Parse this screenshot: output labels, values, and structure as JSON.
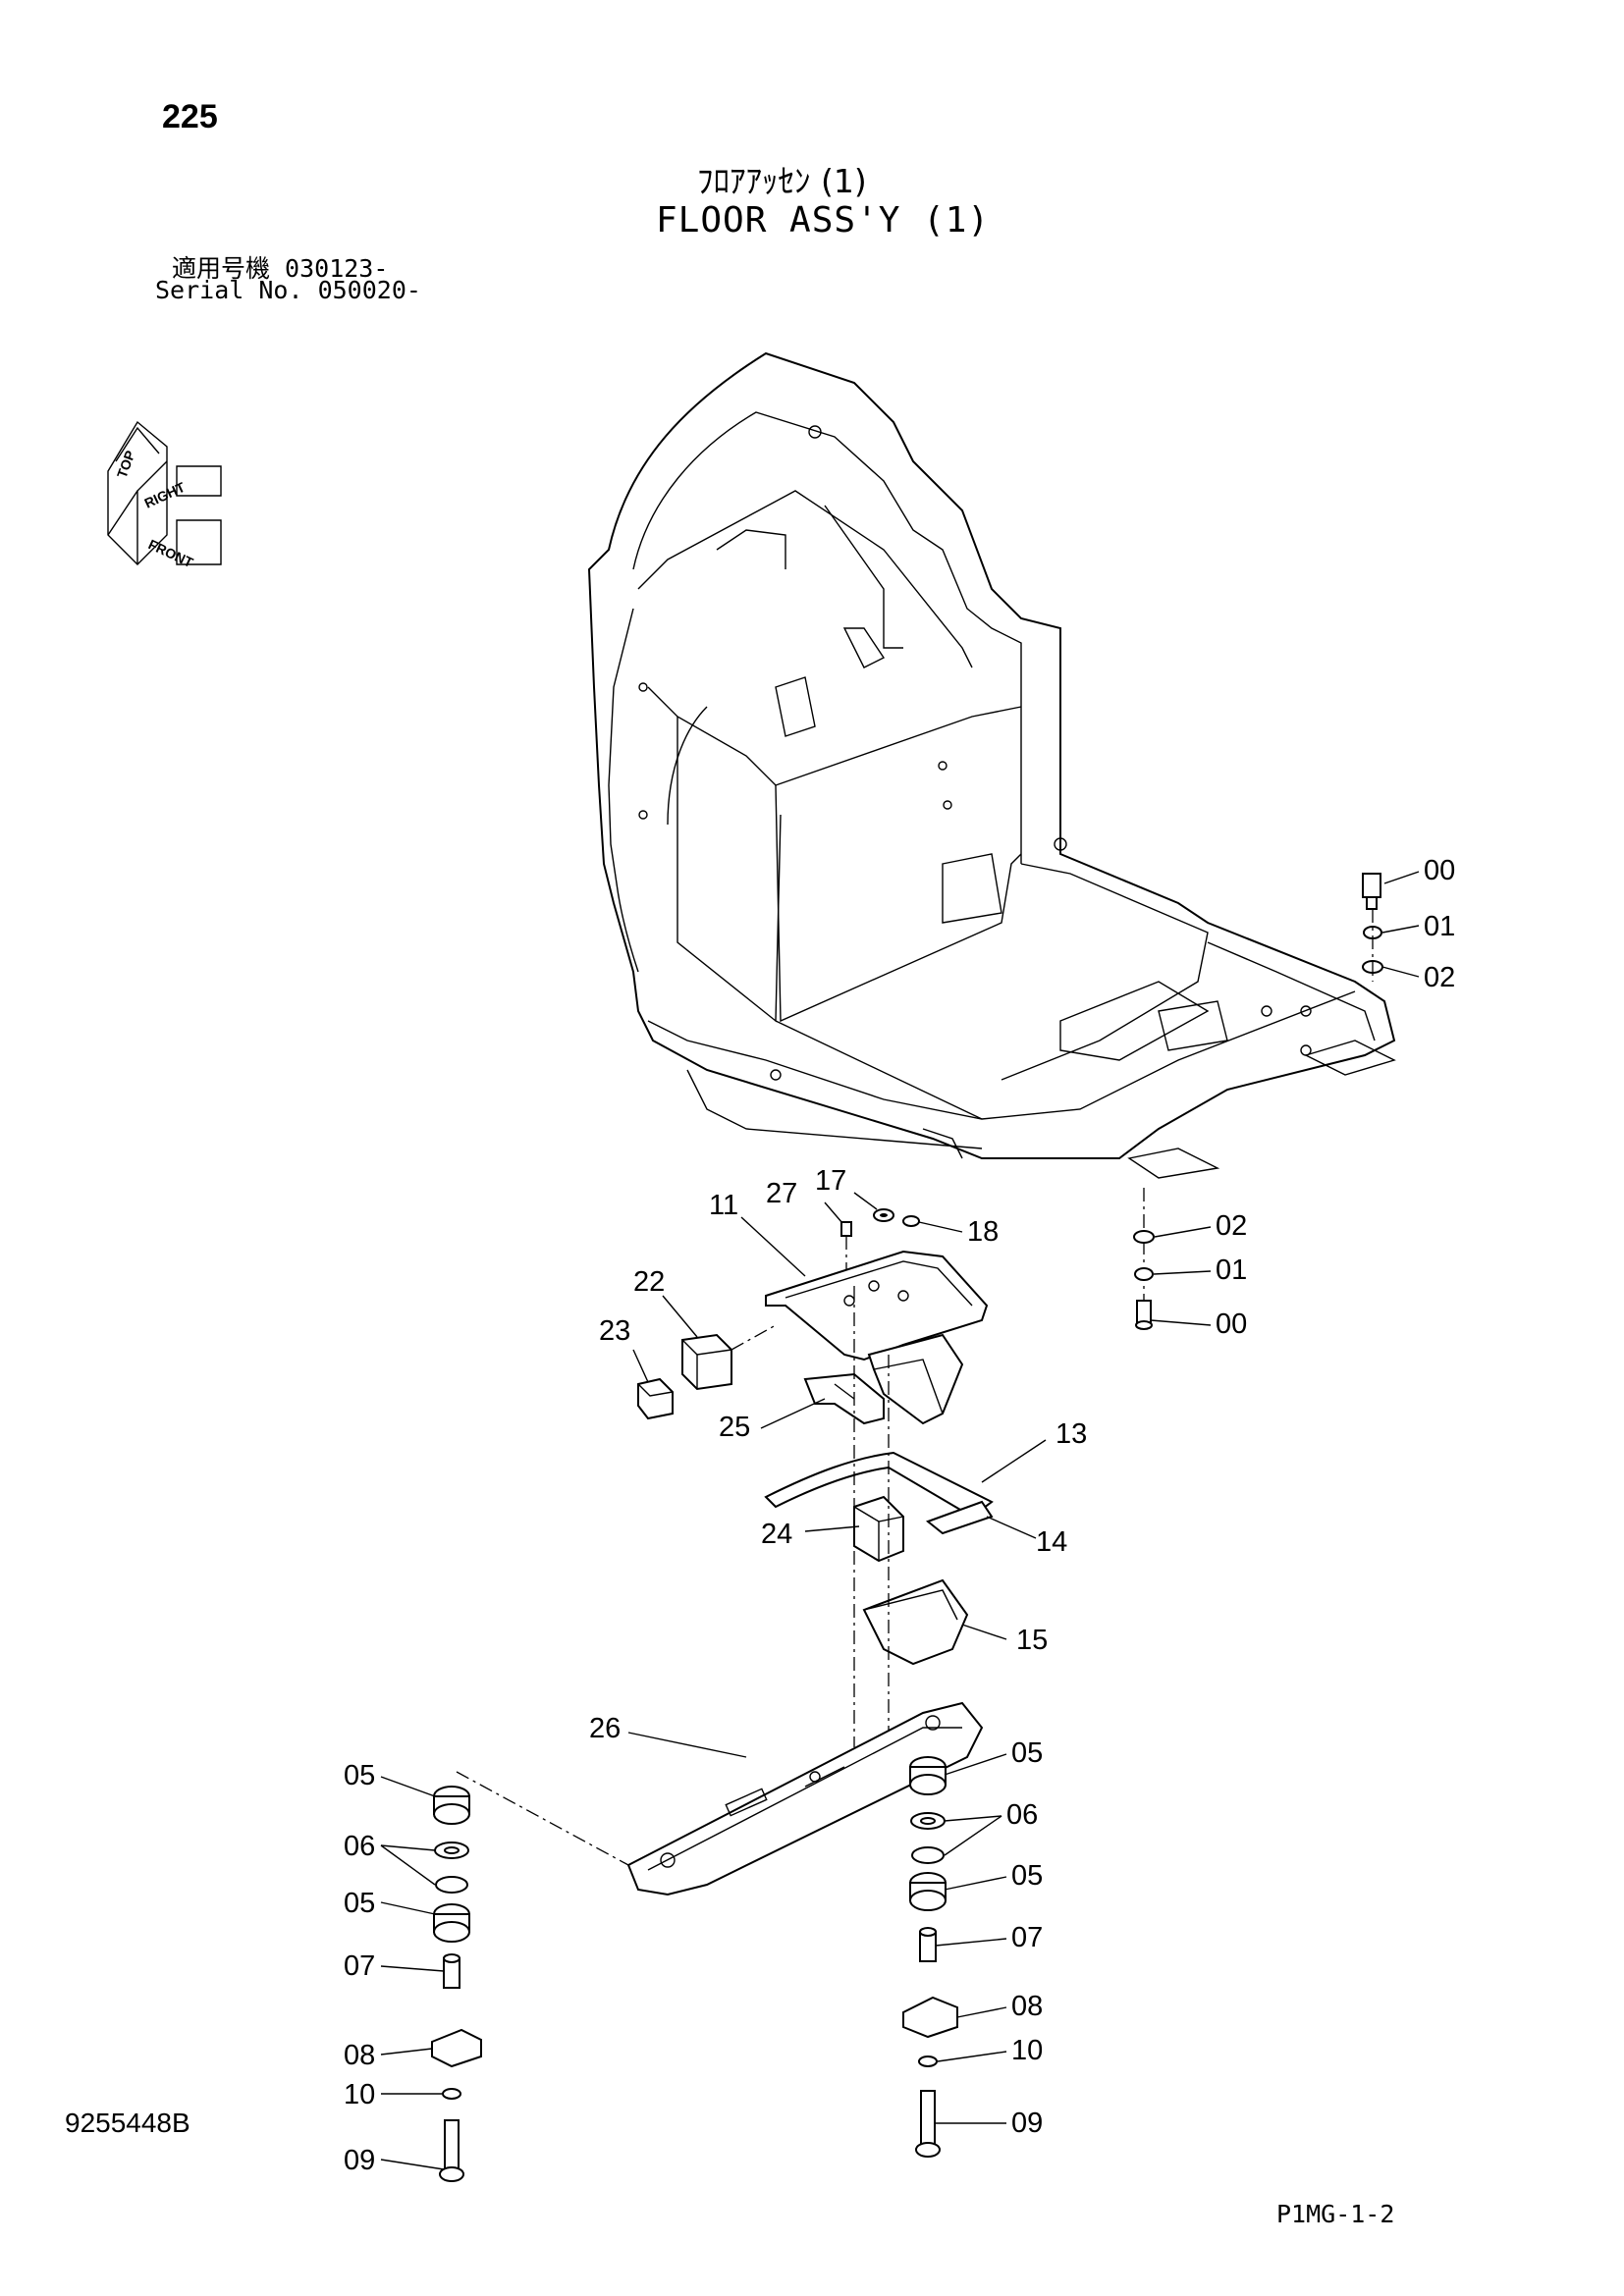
{
  "header": {
    "page_number": "225",
    "title_jp": "ﾌﾛｱｱｯｾﾝ (1)",
    "title_en": "FLOOR ASS'Y (1)",
    "serial_jp": "適用号機  030123-",
    "serial_en": "Serial No. 050020-"
  },
  "orientation_icon": {
    "icon": "orientation-cube-icon",
    "labels": [
      "TOP",
      "RIGHT",
      "FRONT"
    ]
  },
  "callouts": [
    "00",
    "01",
    "02",
    "02",
    "01",
    "00",
    "27",
    "17",
    "18",
    "11",
    "22",
    "23",
    "25",
    "13",
    "24",
    "14",
    "15",
    "26",
    "05",
    "06",
    "05",
    "07",
    "08",
    "10",
    "09",
    "05",
    "06",
    "05",
    "07",
    "08",
    "10",
    "09"
  ],
  "footer": {
    "doc_number": "9255448B",
    "page_code": "P1MG-1-2"
  }
}
